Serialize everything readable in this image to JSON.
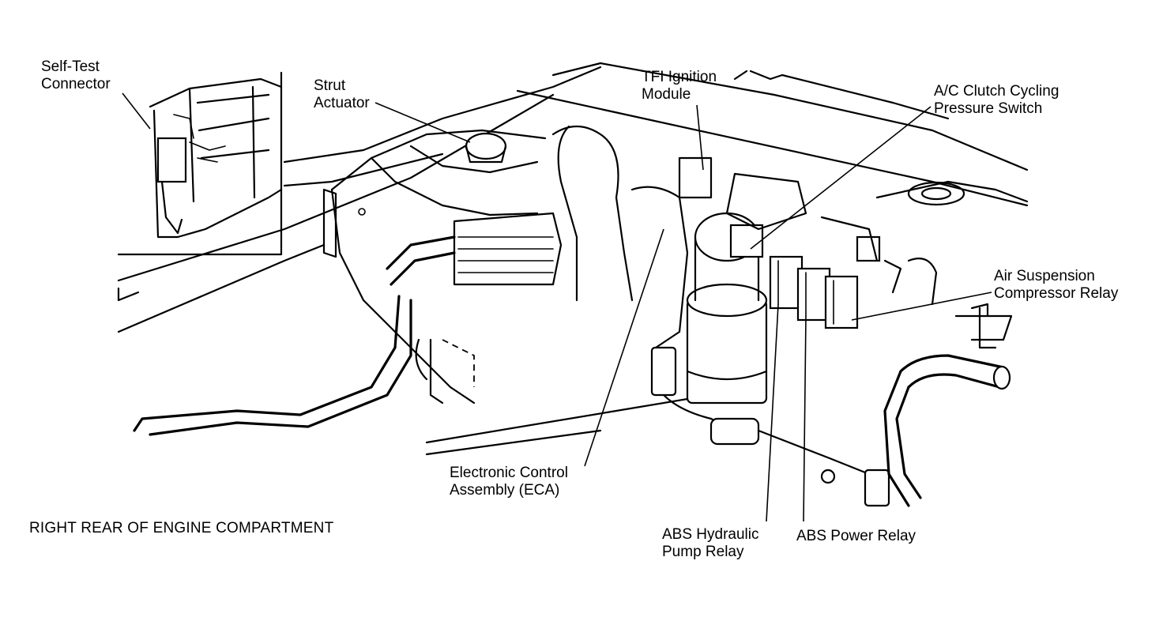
{
  "labels": {
    "self_test_line1": "Self-Test",
    "self_test_line2": "Connector",
    "strut_line1": "Strut",
    "strut_line2": "Actuator",
    "tfi_line1": "TFI Ignition",
    "tfi_line2": "Module",
    "ac_line1": "A/C Clutch Cycling",
    "ac_line2": "Pressure Switch",
    "air_line1": "Air Suspension",
    "air_line2": "Compressor Relay",
    "eca_line1": "Electronic Control",
    "eca_line2": "Assembly (ECA)",
    "abs_hyd_line1": "ABS Hydraulic",
    "abs_hyd_line2": "Pump Relay",
    "abs_power": "ABS Power Relay"
  },
  "caption": "RIGHT REAR OF ENGINE COMPARTMENT",
  "colors": {
    "ink": "#000000",
    "paper": "#ffffff"
  }
}
